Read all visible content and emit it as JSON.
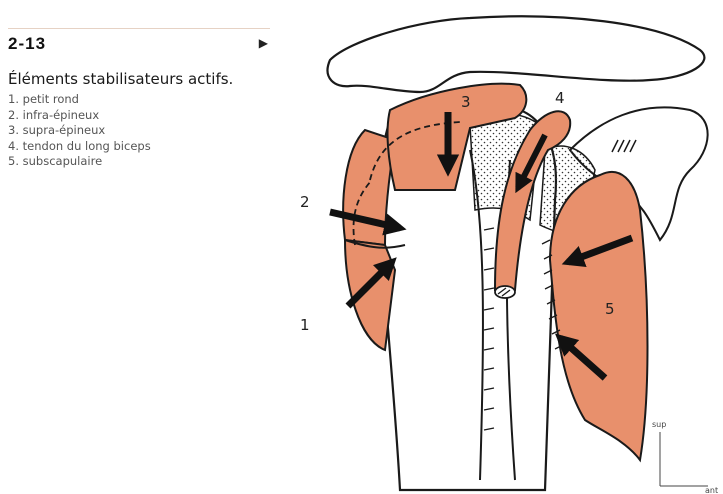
{
  "figure": {
    "number": "2-13",
    "title": "Éléments stabilisateurs actifs.",
    "legend": [
      {
        "n": "1.",
        "text": "petit rond"
      },
      {
        "n": "2.",
        "text": "infra-épineux"
      },
      {
        "n": "3.",
        "text": "supra-épineux"
      },
      {
        "n": "4.",
        "text": "tendon du long biceps"
      },
      {
        "n": "5.",
        "text": "subscapulaire"
      }
    ],
    "labels": [
      "1",
      "2",
      "3",
      "4",
      "5"
    ],
    "orientation": {
      "up": "sup",
      "right": "ant"
    }
  },
  "colors": {
    "muscle": "#e8906c",
    "outline": "#1a1a1a",
    "arrow": "#111111"
  }
}
